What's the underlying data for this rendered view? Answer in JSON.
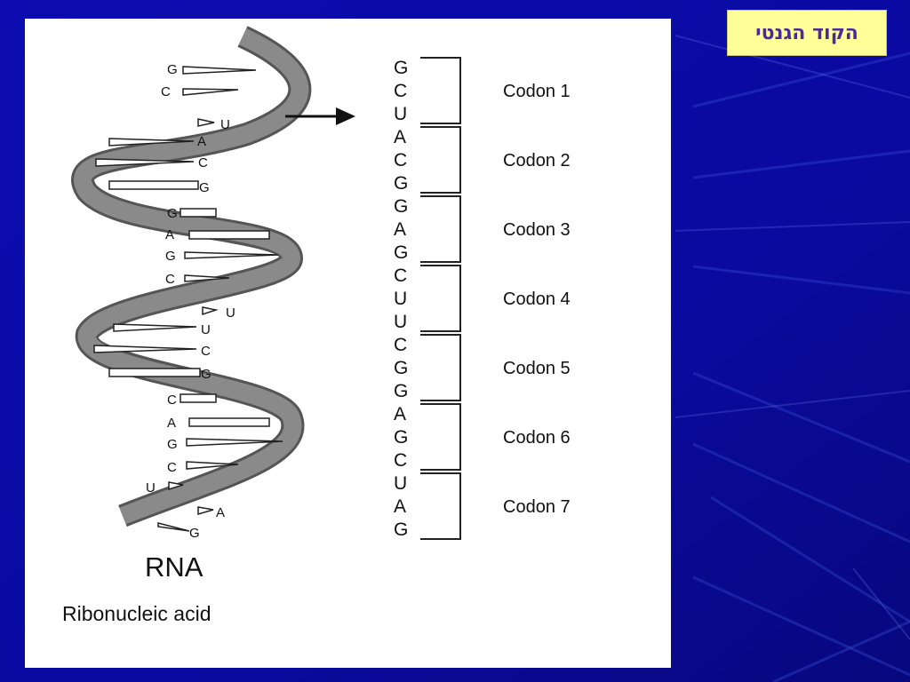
{
  "slide": {
    "title": "הקוד הגנטי",
    "colors": {
      "background": "#0a0a9e",
      "title_box": "#ffff99",
      "title_text": "#4a2a9a"
    }
  },
  "diagram": {
    "molecule_label": "RNA",
    "molecule_name": "Ribonucleic acid",
    "strand_bases": [
      "G",
      "C",
      "U",
      "A",
      "C",
      "G",
      "G",
      "A",
      "G",
      "C",
      "U",
      "U",
      "C",
      "G",
      "C",
      "A",
      "G",
      "C",
      "U",
      "A",
      "G"
    ],
    "sequence": [
      "G",
      "C",
      "U",
      "A",
      "C",
      "G",
      "G",
      "A",
      "G",
      "C",
      "U",
      "U",
      "C",
      "G",
      "G",
      "A",
      "G",
      "C",
      "U",
      "A",
      "G"
    ],
    "codons": [
      "Codon 1",
      "Codon 2",
      "Codon 3",
      "Codon 4",
      "Codon 5",
      "Codon 6",
      "Codon 7"
    ]
  }
}
